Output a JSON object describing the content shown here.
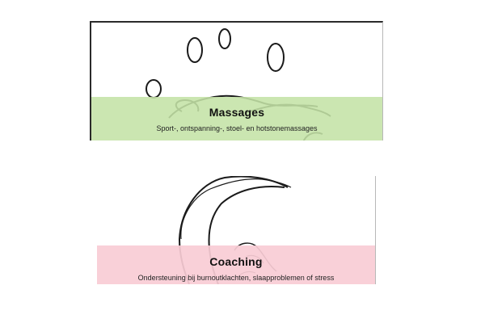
{
  "services": [
    {
      "title": "Massages",
      "subtitle": "Sport-, ontspanning-, stoel- en hotstonemassages",
      "banner_color": "#c4e2a6",
      "icon": "massage-hand-icon"
    },
    {
      "title": "Coaching",
      "subtitle": "Ondersteuning bij burnoutklachten, slaapproblemen of stress",
      "banner_color": "#f8ccd5",
      "icon": "crescent-moon-icon"
    }
  ]
}
